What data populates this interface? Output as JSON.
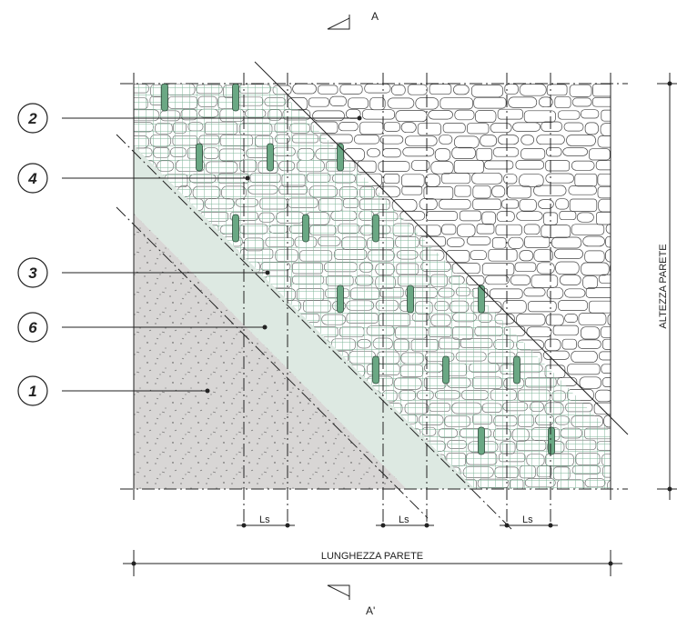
{
  "section_marks": {
    "top": "A",
    "bottom": "A'"
  },
  "dimensions": {
    "length": "LUNGHEZZA PARETE",
    "height": "ALTEZZA PARETE",
    "spacing": [
      "Ls",
      "Ls",
      "Ls"
    ]
  },
  "callouts": [
    {
      "number": "2",
      "target": "stone-masonry"
    },
    {
      "number": "4",
      "target": "reinforcing-mesh"
    },
    {
      "number": "3",
      "target": "mortar-layer"
    },
    {
      "number": "6",
      "target": "plaster-band"
    },
    {
      "number": "1",
      "target": "concrete-plaster"
    }
  ],
  "colors": {
    "mesh": "#7fb59a",
    "connector": "#6aa884",
    "band": "#dde9e2",
    "concrete": "#d8d6d5",
    "line": "#222222"
  }
}
